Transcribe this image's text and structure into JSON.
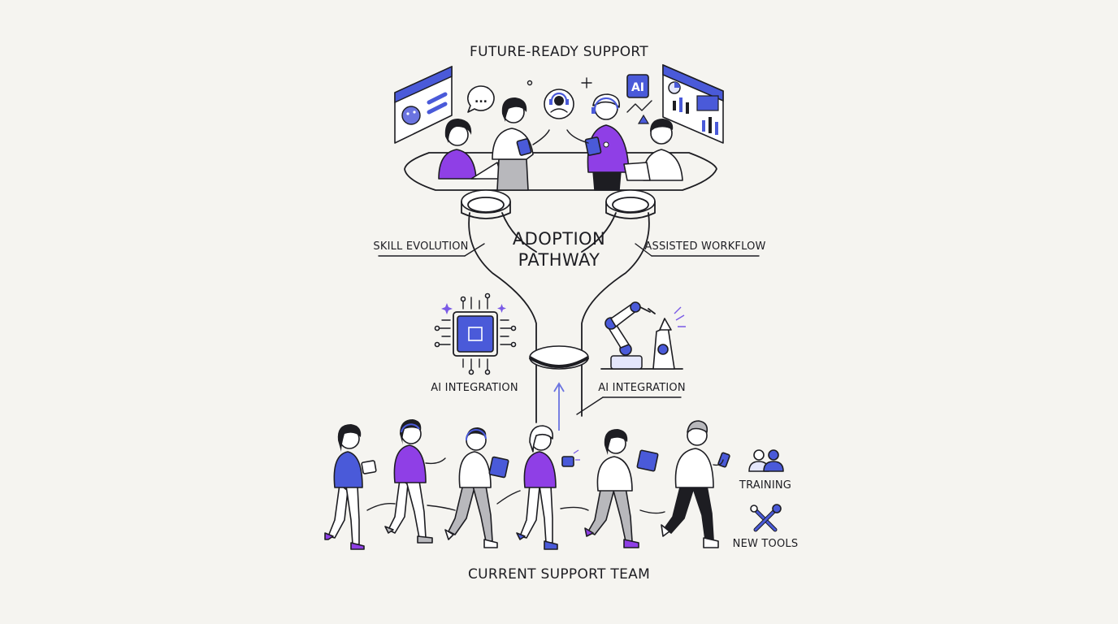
{
  "diagram": {
    "title_top": "FUTURE-READY SUPPORT",
    "center_label_line1": "ADOPTION",
    "center_label_line2": "PATHWAY",
    "label_left_upper": "SKILL EVOLUTION",
    "label_right_upper": "ASSISTED WORKFLOW",
    "label_left_mid": "AI INTEGRATION",
    "label_right_mid": "AI INTEGRATION",
    "label_training": "TRAINING",
    "label_new_tools": "NEW TOOLS",
    "title_bottom": "CURRENT SUPPORT TEAM",
    "ai_badge": "AI",
    "chat_bubble": "..."
  },
  "colors": {
    "background": "#f5f4f0",
    "ink": "#1d1d22",
    "purple": "#8f3fe6",
    "blue": "#4a5ad9",
    "gray": "#b8b8bc"
  },
  "icons": [
    "ai-chip-icon",
    "robot-arm-icon",
    "training-people-icon",
    "wrench-screwdriver-icon",
    "chat-bubble-icon",
    "headset-icon",
    "ai-badge-icon",
    "dashboard-screen-icon",
    "chatbot-screen-icon"
  ]
}
